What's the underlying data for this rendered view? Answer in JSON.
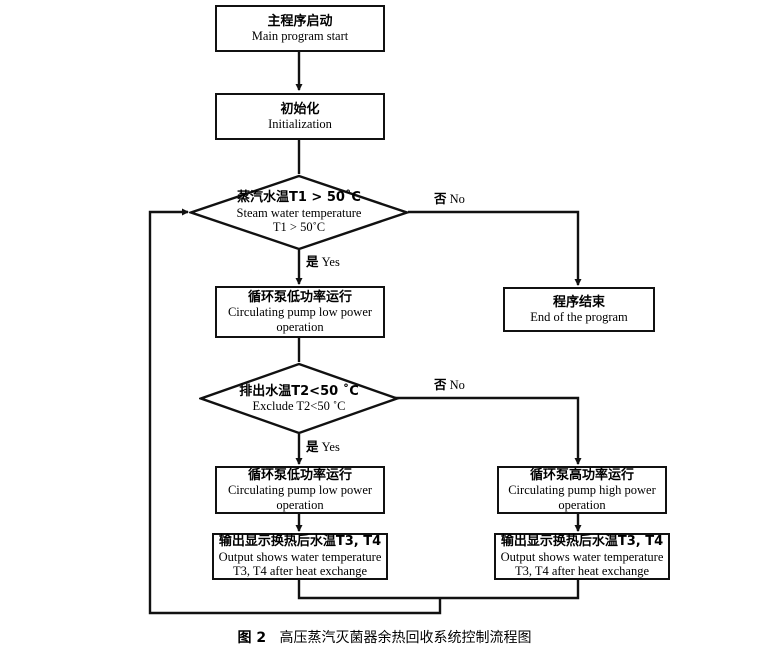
{
  "figure": {
    "caption_label": "图 2",
    "caption_title": "高压蒸汽灭菌器余热回收系统控制流程图",
    "ink_color": "#111111",
    "background_color": "#ffffff"
  },
  "nodes": {
    "start": {
      "type": "process",
      "cn": "主程序启动",
      "en": "Main program start"
    },
    "init": {
      "type": "process",
      "cn": "初始化",
      "en": "Initialization"
    },
    "decision_t1": {
      "type": "decision",
      "cn": "蒸汽水温T1 > 50˚C",
      "en_line1": "Steam water temperature",
      "en_line2": "T1 > 50˚C"
    },
    "pump_low_1": {
      "type": "process",
      "cn": "循环泵低功率运行",
      "en_line1": "Circulating pump low power",
      "en_line2": "operation"
    },
    "end_program": {
      "type": "process",
      "cn": "程序结束",
      "en": "End of the program"
    },
    "decision_t2": {
      "type": "decision",
      "cn": "排出水温T2<50 ˚C",
      "en_line1": "Exclude T2<50 ˚C"
    },
    "pump_low_2": {
      "type": "process",
      "cn": "循环泵低功率运行",
      "en_line1": "Circulating pump low power",
      "en_line2": "operation"
    },
    "pump_high": {
      "type": "process",
      "cn": "循环泵高功率运行",
      "en_line1": "Circulating pump high power",
      "en_line2": "operation"
    },
    "output_left": {
      "type": "process",
      "cn": "输出显示换热后水温T3, T4",
      "en_line1": "Output shows water temperature",
      "en_line2": "T3, T4 after heat exchange"
    },
    "output_right": {
      "type": "process",
      "cn": "输出显示换热后水温T3, T4",
      "en_line1": "Output shows water temperature",
      "en_line2": "T3, T4 after heat exchange"
    }
  },
  "edge_labels": {
    "t1_no_cn": "否",
    "t1_no_en": "No",
    "t1_yes_cn": "是",
    "t1_yes_en": "Yes",
    "t2_no_cn": "否",
    "t2_no_en": "No",
    "t2_yes_cn": "是",
    "t2_yes_en": "Yes"
  }
}
